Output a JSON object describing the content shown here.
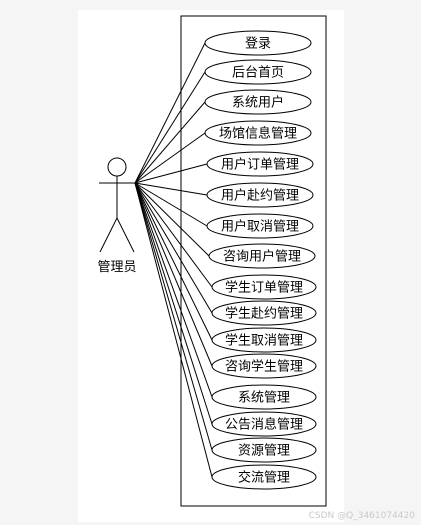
{
  "actor": {
    "label": "管理员"
  },
  "use_cases": [
    {
      "label": "登录"
    },
    {
      "label": "后台首页"
    },
    {
      "label": "系统用户"
    },
    {
      "label": "场馆信息管理"
    },
    {
      "label": "用户订单管理"
    },
    {
      "label": "用户赴约管理"
    },
    {
      "label": "用户取消管理"
    },
    {
      "label": "咨询用户管理"
    },
    {
      "label": "学生订单管理"
    },
    {
      "label": "学生赴约管理"
    },
    {
      "label": "学生取消管理"
    },
    {
      "label": "咨询学生管理"
    },
    {
      "label": "系统管理"
    },
    {
      "label": "公告消息管理"
    },
    {
      "label": "资源管理"
    },
    {
      "label": "交流管理"
    }
  ],
  "watermark": "CSDN @Q_3461074420",
  "colors": {
    "stroke": "#000000",
    "fill": "#ffffff",
    "text": "#000000"
  }
}
